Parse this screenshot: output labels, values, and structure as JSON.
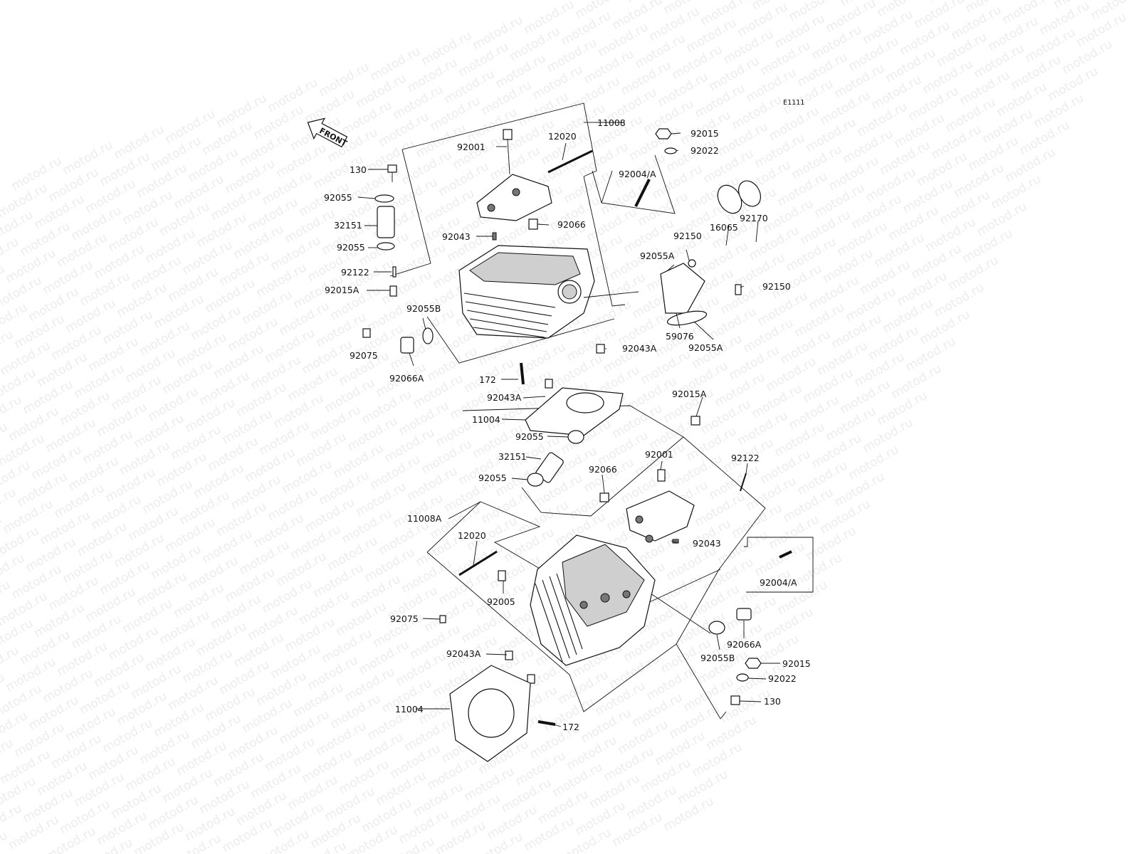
{
  "diagram": {
    "code": "E1111",
    "front_label": "FRONT",
    "watermark": "motod.ru",
    "callouts": [
      "11008",
      "92015",
      "92022",
      "92001",
      "12020",
      "130",
      "92004/A",
      "92055",
      "32151",
      "92066",
      "92043",
      "92055",
      "92170",
      "16065",
      "92150",
      "92122",
      "92055A",
      "92015A",
      "92150",
      "92055B",
      "59076",
      "92055A",
      "92075",
      "92043A",
      "92066A",
      "172",
      "92043A",
      "11004",
      "92015A",
      "92055",
      "32151",
      "92066",
      "92001",
      "92122",
      "92055",
      "11008A",
      "12020",
      "92043",
      "92004/A",
      "92005",
      "92075",
      "92066A",
      "92043A",
      "92055B",
      "92015",
      "92022",
      "11004",
      "130",
      "172"
    ]
  }
}
